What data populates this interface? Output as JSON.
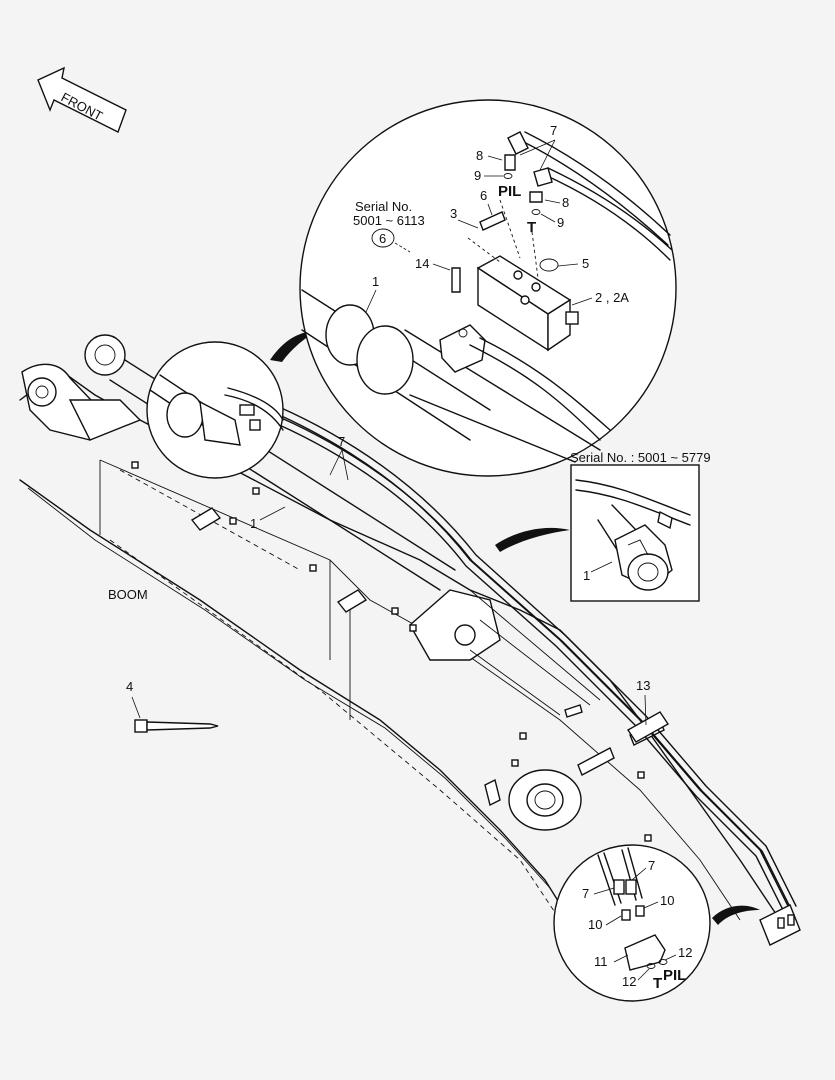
{
  "direction": {
    "label": "FRONT"
  },
  "labels": {
    "boom": "BOOM",
    "serial_a_line1": "Serial No.",
    "serial_a_line2": "5001 ~ 6113",
    "serial_b": "Serial No. : 5001 ~ 5779",
    "pil": "PIL",
    "t": "T"
  },
  "callouts": {
    "c1": "1",
    "c2": "2 , 2A",
    "c3": "3",
    "c4": "4",
    "c5": "5",
    "c6": "6",
    "c7": "7",
    "c8": "8",
    "c9": "9",
    "c10": "10",
    "c11": "11",
    "c12": "12",
    "c13": "13",
    "c14": "14"
  }
}
